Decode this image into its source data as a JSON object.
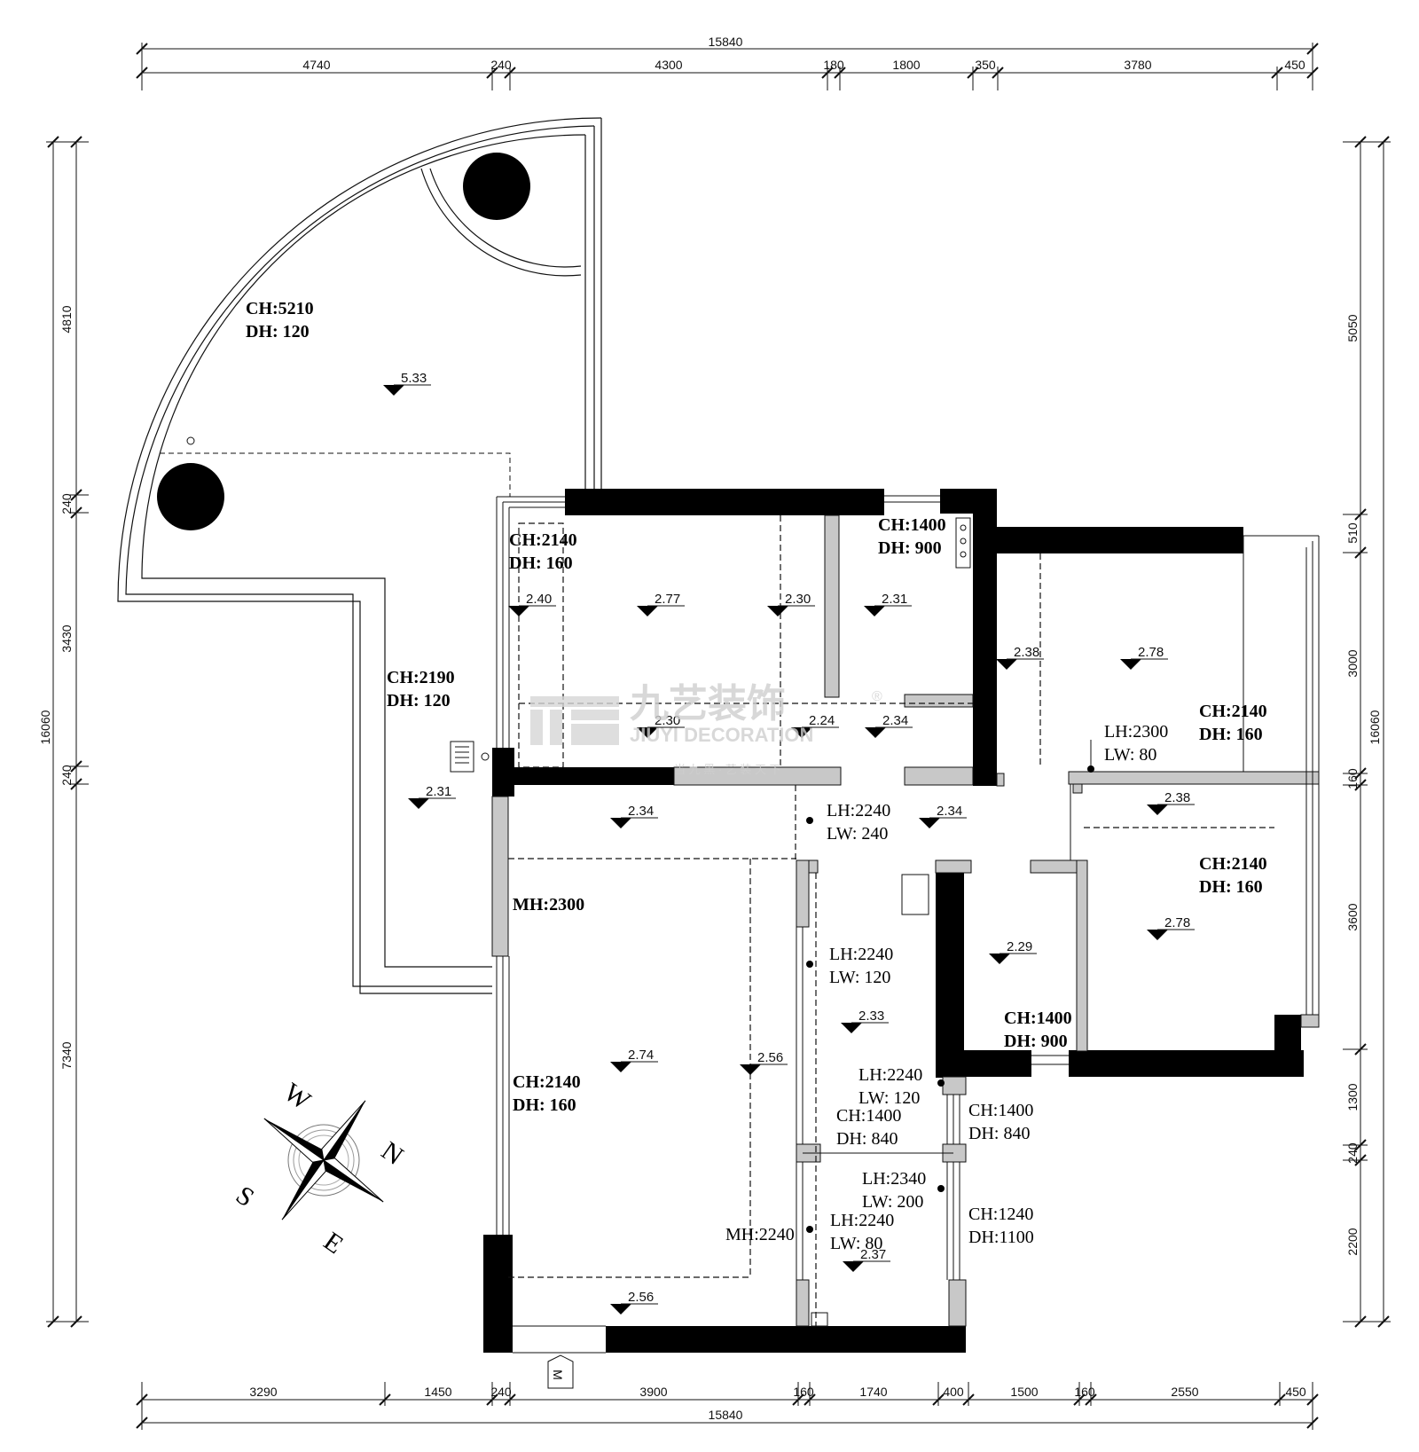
{
  "dimensions": {
    "top_total": "15840",
    "top": [
      "4740",
      "240",
      "4300",
      "180",
      "1800",
      "350",
      "3780",
      "450"
    ],
    "bottom_total": "15840",
    "bottom": [
      "3290",
      "1450",
      "240",
      "3900",
      "160",
      "1740",
      "400",
      "1500",
      "160",
      "2550",
      "450"
    ],
    "left_total": "16060",
    "left": [
      "4810",
      "240",
      "3430",
      "240",
      "7340"
    ],
    "right_total": "16060",
    "right": [
      "5050",
      "510",
      "3000",
      "160",
      "3600",
      "1300",
      "240",
      "2200"
    ]
  },
  "labels": {
    "balcony_ch": "CH:5210",
    "balcony_dh": "DH: 120",
    "corridor_ch": "CH:2190",
    "corridor_dh": "DH: 120",
    "room1_ch": "CH:2140",
    "room1_dh": "DH: 160",
    "bath_ch": "CH:1400",
    "bath_dh": "DH: 900",
    "bedroom_ch": "CH:2140",
    "bedroom_dh": "DH: 160",
    "door1_lh": "LH:2300",
    "door1_lw": "LW:  80",
    "hall_lh": "LH:2240",
    "hall_lw": "LW: 240",
    "bedroom2_ch": "CH:2140",
    "bedroom2_dh": "DH: 160",
    "mh1": "MH:2300",
    "living_ch": "CH:2140",
    "living_dh": "DH: 160",
    "kitchen_lh": "LH:2240",
    "kitchen_lw": "LW: 120",
    "bath2_ch": "CH:1400",
    "bath2_dh": "DH: 900",
    "door2_lh": "LH:2240",
    "door2_lw": "LW: 120",
    "win1_ch": "CH:1400",
    "win1_dh": "DH: 840",
    "win2_ch": "CH:1400",
    "win2_dh": "DH: 840",
    "door3_lh": "LH:2340",
    "door3_lw": "LW: 200",
    "door4_lh": "LH:2240",
    "door4_lw": "LW:  80",
    "win3_ch": "CH:1240",
    "win3_dh": "DH:1100",
    "mh2": "MH:2240"
  },
  "elevations": [
    "5.33",
    "2.31",
    "2.40",
    "2.77",
    "2.30",
    "2.31",
    "2.38",
    "2.78",
    "2.30",
    "2.24",
    "2.34",
    "2.34",
    "2.34",
    "2.38",
    "2.29",
    "2.78",
    "2.74",
    "2.56",
    "2.33",
    "2.37",
    "2.56"
  ],
  "compass": {
    "n": "N",
    "s": "S",
    "e": "E",
    "w": "W"
  },
  "entry_mark": "M",
  "watermark": {
    "brand": "九艺装饰",
    "en": "JIUYI DECORATION",
    "reg": "®",
    "slogan": "当 九 黑 · 艺 装 天 下"
  }
}
